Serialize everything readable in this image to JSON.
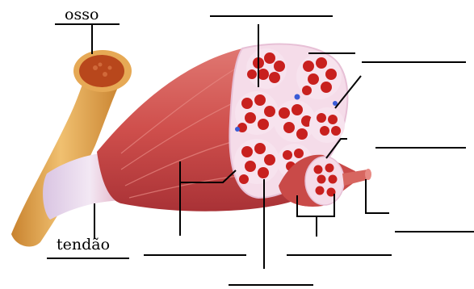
{
  "labels": {
    "bone": "osso",
    "tendon": "tendão"
  },
  "colors": {
    "bone_outer": "#e0a54a",
    "bone_inner": "#b8471c",
    "muscle": "#d45a54",
    "muscle_dark": "#b2353b",
    "fiber": "#c8201e",
    "fascicle_sheath": "#f4d8e6",
    "tendon": "#e9d9ec",
    "leader_line": "#000000"
  },
  "blank_label_slots": 10
}
